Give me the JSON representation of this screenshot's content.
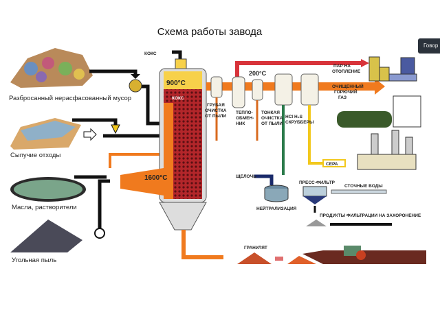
{
  "title": "Схема работы завода",
  "tooltip": "Говор",
  "inputs": {
    "garbage": "Разбросанный нерасфасованный мусор",
    "bulk": "Сыпучие отходы",
    "oils": "Масла, растворители",
    "coal_dust": "Угольная пыль"
  },
  "process": {
    "coke_in": "КОКС",
    "coke_bed": "КОКС",
    "temp_top": "900°C",
    "temp_bottom": "1600°C",
    "temp_200": "200°C",
    "coarse_clean": [
      "ГРУБАЯ",
      "ОЧИСТКА",
      "ОТ ПЫЛИ"
    ],
    "heat_exchanger": [
      "ТЕПЛО-",
      "ОБМЕН-",
      "НИК"
    ],
    "fine_clean": [
      "ТОНКАЯ",
      "ОЧИСТКА",
      "ОТ ПЫЛИ"
    ],
    "scrubbers": [
      "HCl  H₂S",
      "СКРУББЕРЫ"
    ]
  },
  "outputs": {
    "steam": [
      "ПАР НА",
      "ОТОПЛЕНИЕ"
    ],
    "gas": [
      "ОЧИЩЕННЫЙ",
      "ГОРЮЧИЙ",
      "ГАЗ"
    ],
    "sulfur": "СЕРА",
    "alkali": "ЩЕЛОЧЬ",
    "neutralization": "НЕЙТРАЛИЗАЦИЯ",
    "press_filter": "ПРЕСС-ФИЛЬТР",
    "waste_water": "СТОЧНЫЕ ВОДЫ",
    "filter_products": "ПРОДУКТЫ ФИЛЬТРАЦИИ НА ЗАХОРОНЕНИЕ",
    "granulate": "ГРАНУЛЯТ"
  },
  "colors": {
    "hot_pipe": "#f07a1e",
    "steam_pipe": "#d8333a",
    "sulfur": "#f2c81c",
    "acid": "#2a7a4a",
    "coke": "#b3262a",
    "furnace_top": "#f7d14a"
  }
}
